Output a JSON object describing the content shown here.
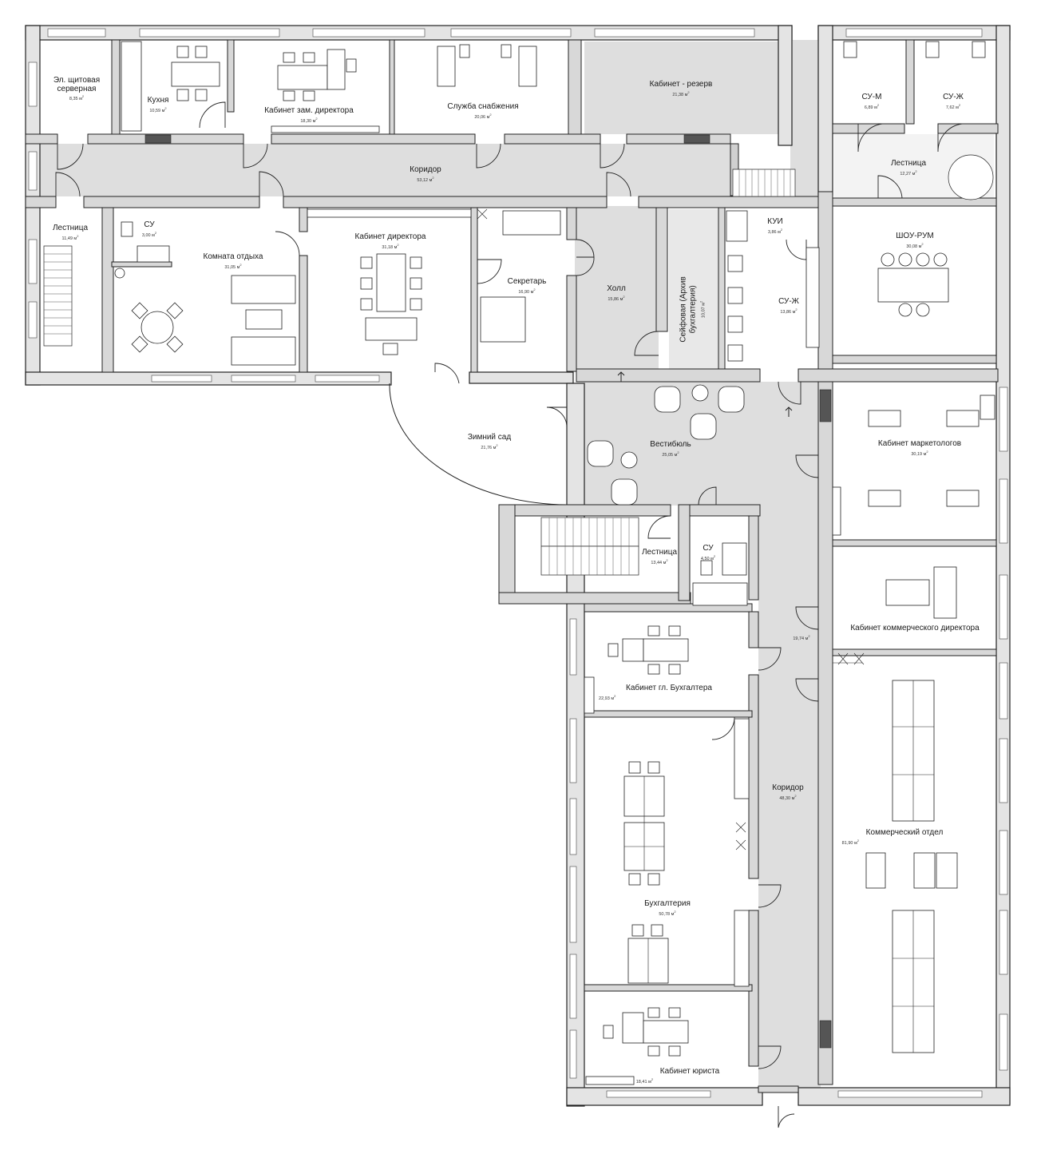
{
  "rooms": [
    {
      "name": "Эл. щитовая\nсерверная",
      "area": "8,35 м"
    },
    {
      "name": "Кухня",
      "area": "10,59 м"
    },
    {
      "name": "Кабинет зам. директора",
      "area": "18,30 м"
    },
    {
      "name": "Служба снабжения",
      "area": "20,06 м"
    },
    {
      "name": "Кабинет - резерв",
      "area": "21,38 м"
    },
    {
      "name": "СУ-М",
      "area": "6,89 м"
    },
    {
      "name": "СУ-Ж",
      "area": "7,62 м"
    },
    {
      "name": "Коридор",
      "area": "53,12 м"
    },
    {
      "name": "Лестница",
      "area": "12,27 м"
    },
    {
      "name": "Лестница",
      "area": "11,49 м"
    },
    {
      "name": "СУ",
      "area": "3,00 м"
    },
    {
      "name": "Комната отдыха",
      "area": "31,05 м"
    },
    {
      "name": "Кабинет директора",
      "area": "31,18 м"
    },
    {
      "name": "Секретарь",
      "area": "16,90 м"
    },
    {
      "name": "Холл",
      "area": "15,86 м"
    },
    {
      "name": "Сейфовая (Архив бухгалтерия)",
      "area": "10,07 м"
    },
    {
      "name": "КУИ",
      "area": "3,86 м"
    },
    {
      "name": "СУ-Ж",
      "area": "13,86 м"
    },
    {
      "name": "ШОУ-РУМ",
      "area": "30,08 м"
    },
    {
      "name": "Зимний сад",
      "area": "21,76 м"
    },
    {
      "name": "Вестибюль",
      "area": "25,05 м"
    },
    {
      "name": "Кабинет маркетологов",
      "area": "30,19 м"
    },
    {
      "name": "Лестница",
      "area": "13,44 м"
    },
    {
      "name": "СУ",
      "area": "4,50 м"
    },
    {
      "name": "Кабинет коммерческого директора",
      "area": "19,74 м"
    },
    {
      "name": "Кабинет гл. Бухгалтера",
      "area": "22,93 м"
    },
    {
      "name": "Коридор",
      "area": "48,30 м"
    },
    {
      "name": "Коммерческий отдел",
      "area": "81,90 м"
    },
    {
      "name": "Бухгалтерия",
      "area": "50,78 м"
    },
    {
      "name": "Кабинет юриста",
      "area": "18,41 м"
    }
  ],
  "area_unit_sup": "2",
  "colors": {
    "wall": "#e2e2e2",
    "wall_stroke": "#222222",
    "corridor": "#dedede",
    "room": "#f7f7f7",
    "furniture": "#ffffff"
  }
}
